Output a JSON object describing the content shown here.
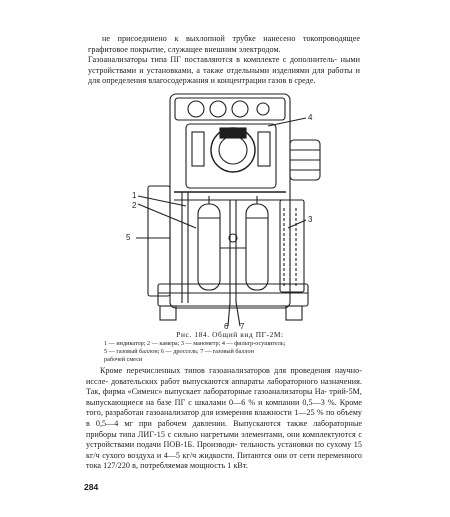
{
  "page": {
    "top_paragraph": {
      "line1": "не присоединено к выхлопной трубке нанесено токопроводящее",
      "line2": "графитовое покрытие, служащее внешним электродом.",
      "line3": "Газоанализаторы типа ПГ поставляются в комплекте с дополнитель-",
      "line4": "ными устройствами и установками, а также отдельными изделиями для",
      "line5": "работы и для определения влагосодержания и концентрации газов в среде."
    },
    "figure": {
      "labels": {
        "l1": "1",
        "l2": "2",
        "l3": "3",
        "l4": "4",
        "l5": "5",
        "l6": "6",
        "l7": "7"
      }
    },
    "caption": {
      "title": "Рис. 184. Общий вид ПГ-2М:",
      "line1": "1 — индикатор; 2 — камера; 3 — манометр; 4 — фильтр-осушитель;",
      "line2": "5 — газовый баллон; 6 — дроссель; 7 — газовый баллон",
      "line3": "рабочей смеси"
    },
    "bottom_paragraph": {
      "line1": "Кроме перечисленных типов газоанализаторов для проведения научно-иссле-",
      "line2": "довательских работ выпускаются аппараты лабораторного назначения. Так,",
      "line3": "фирма «Сименс» выпускает лабораторные газоанализаторы На-",
      "line4": "трий-5М, выпускающиеся на базе ПГ с шкалами 0—6 % и компании 0,5—3 %.",
      "line5": "Кроме того, разработан газоанализатор для измерения влажности",
      "line6": "1—25 % по объему в 0,5—4 мг при рабочем давлении. Выпускаются также",
      "line7": "лабораторные приборы типа ЛИГ-15 с сильно нагретыми",
      "line8": "элементами, они комплектуются с устройствами подачи ПОВ-1Б. Производи-",
      "line9": "тельность установки по сухому 15 кг/ч сухого воздуха и 4—5 кг/ч жидкости.",
      "line10": "Питаются они от сети переменного тока 127/220 в, потребляемая мощность",
      "line11": "1 кВт."
    },
    "page_number": "284"
  }
}
